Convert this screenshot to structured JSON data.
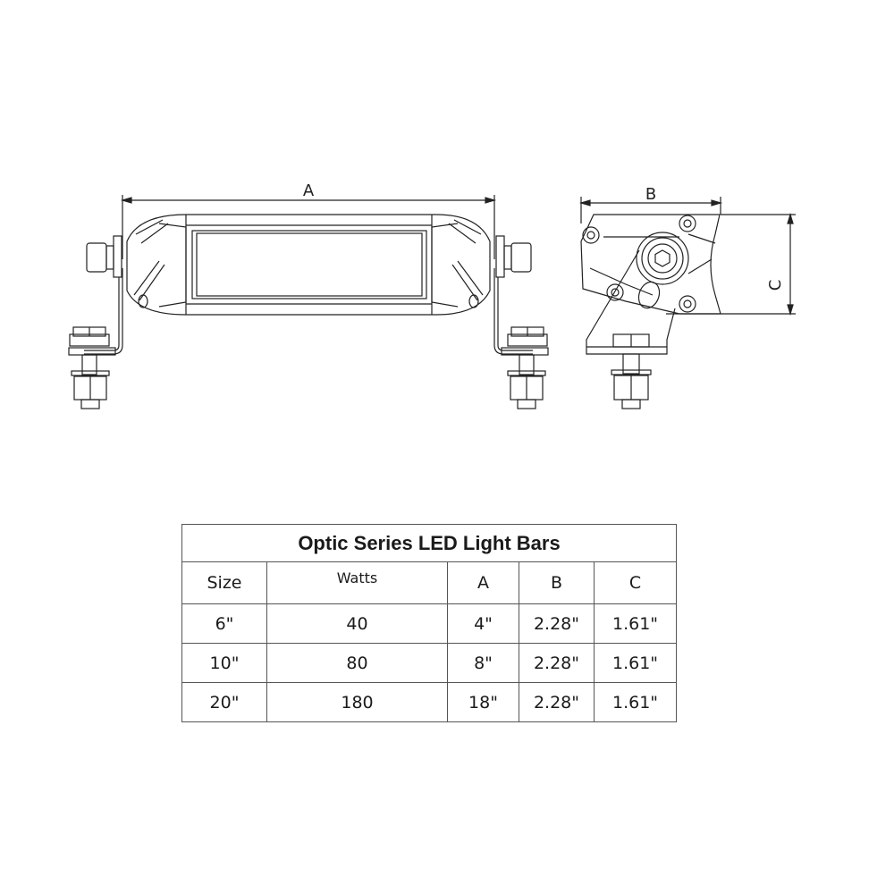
{
  "drawing": {
    "front_view": {
      "dimension_label": "A"
    },
    "side_view": {
      "width_label": "B",
      "height_label": "C"
    },
    "line_color": "#222222"
  },
  "table": {
    "title": "Optic Series LED Light Bars",
    "headers": [
      "Size",
      "Watts",
      "A",
      "B",
      "C"
    ],
    "rows": [
      [
        "6\"",
        "40",
        "4\"",
        "2.28\"",
        "1.61\""
      ],
      [
        "10\"",
        "80",
        "8\"",
        "2.28\"",
        "1.61\""
      ],
      [
        "20\"",
        "180",
        "18\"",
        "2.28\"",
        "1.61\""
      ]
    ]
  }
}
